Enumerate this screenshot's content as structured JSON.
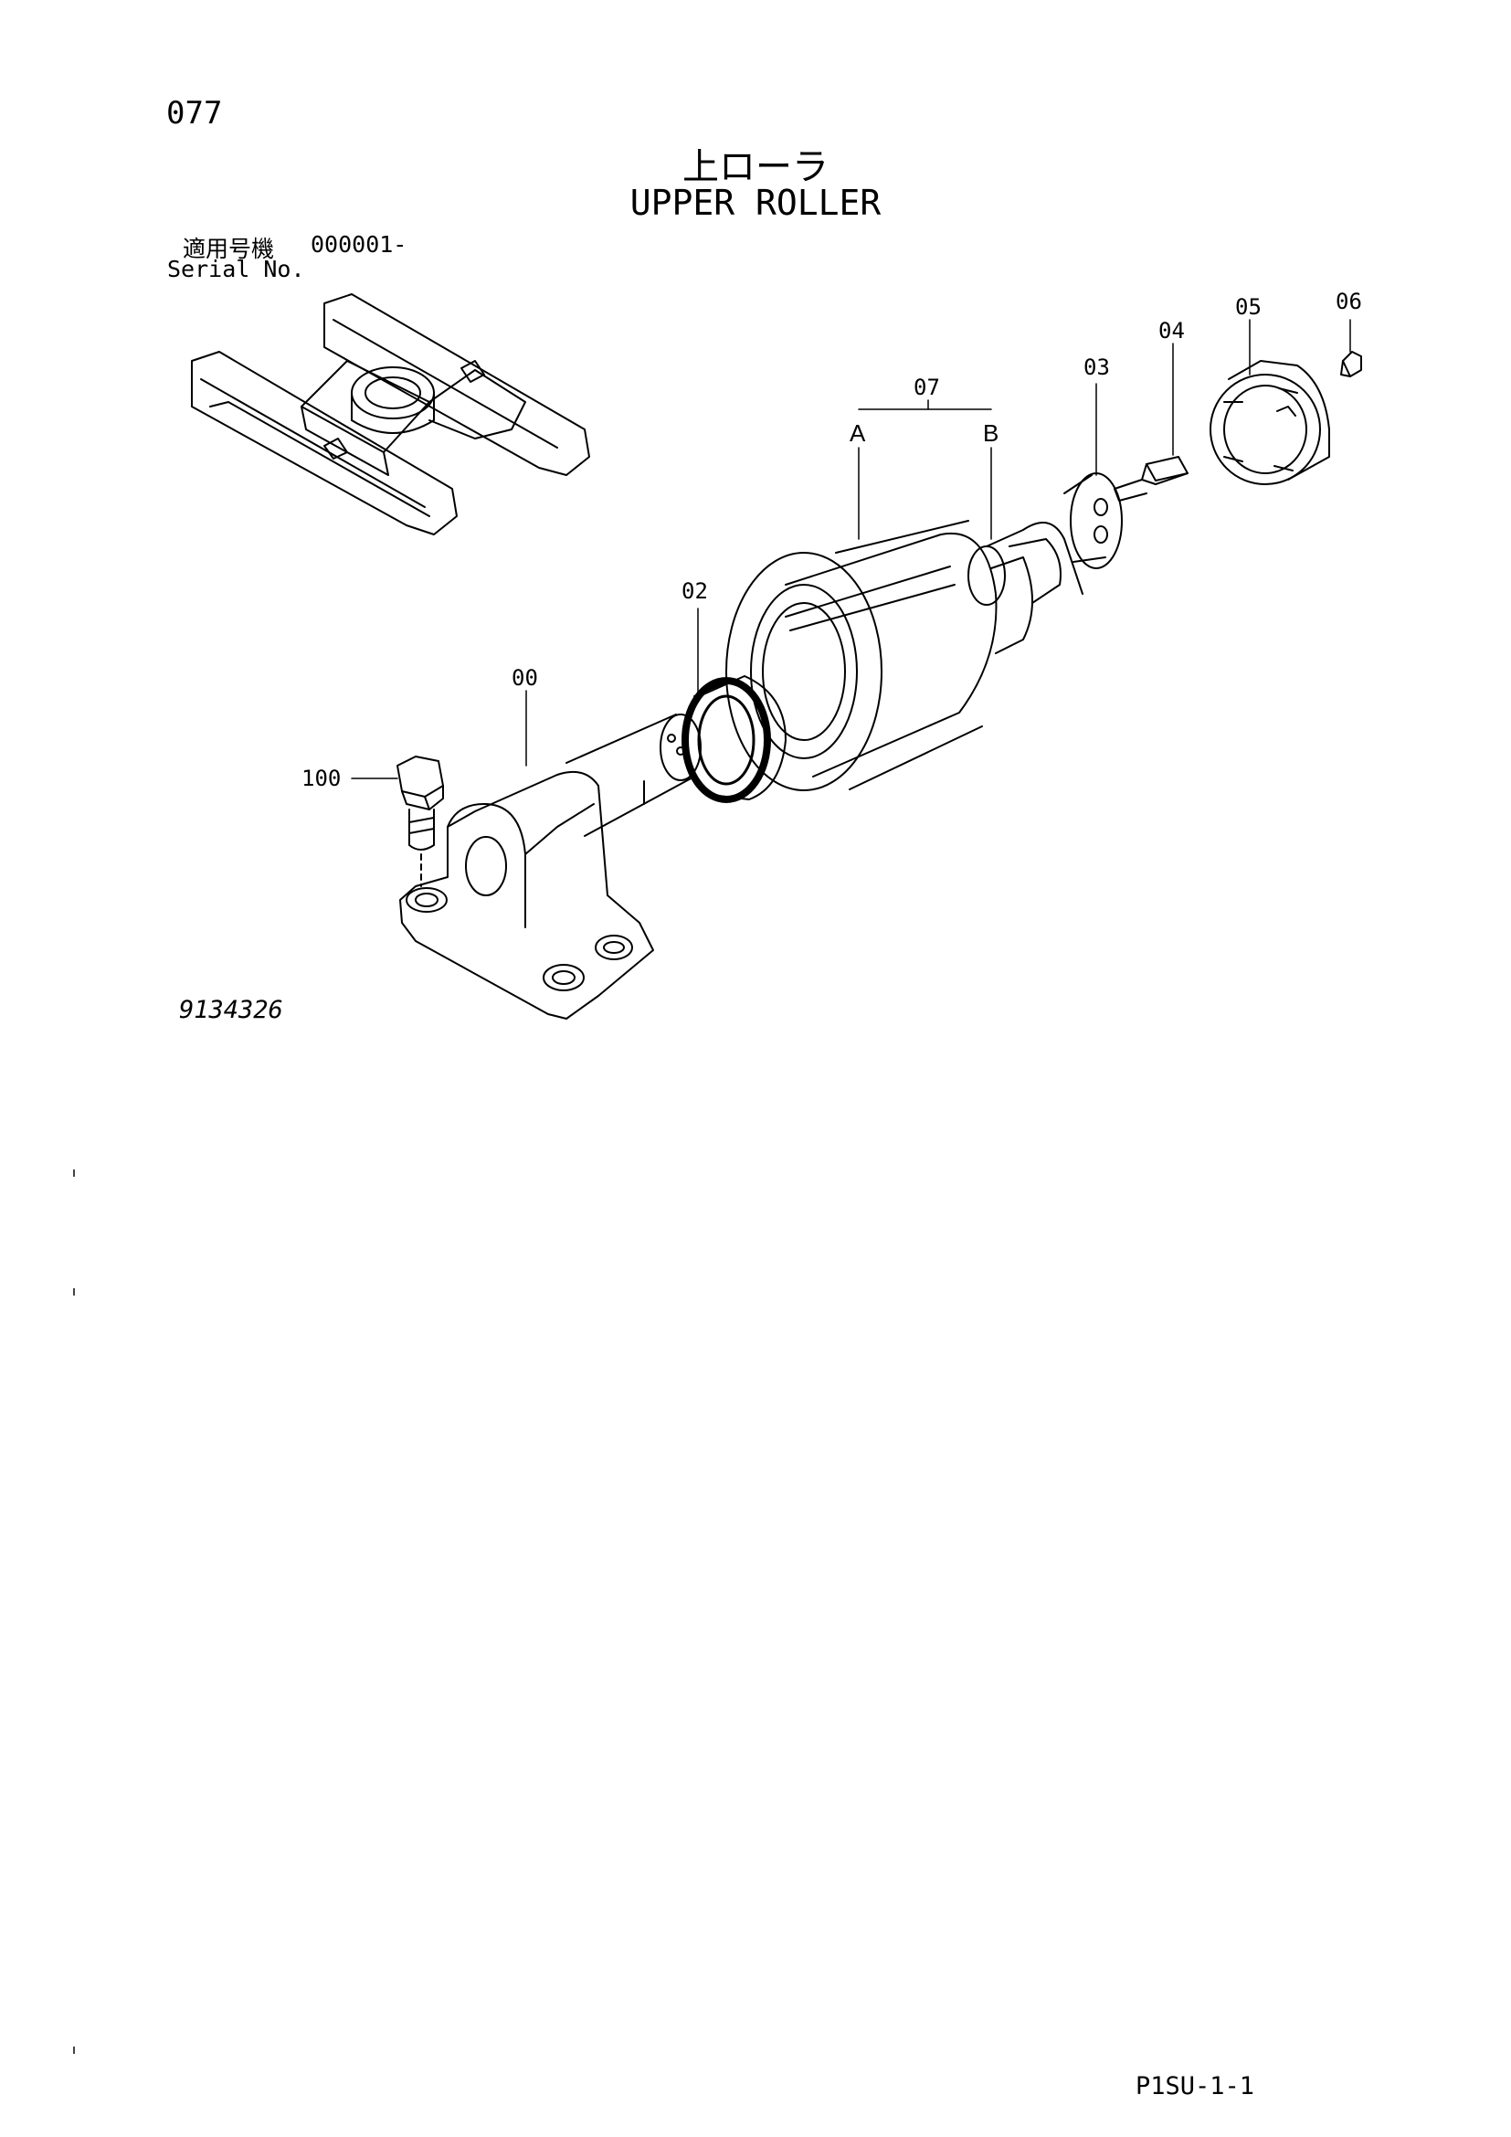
{
  "page": {
    "number": "077",
    "title_ja": "上ローラ",
    "title_en": "UPPER ROLLER",
    "serial_label_ja": "適用号機",
    "serial_range": "000001-",
    "serial_label_en": "Serial No.",
    "drawing_number": "9134326",
    "page_code": "P1SU-1-1"
  },
  "callouts": {
    "c00": "00",
    "c02": "02",
    "c03": "03",
    "c04": "04",
    "c05": "05",
    "c06": "06",
    "c07": "07",
    "c07a": "A",
    "c07b": "B",
    "c100": "100"
  }
}
